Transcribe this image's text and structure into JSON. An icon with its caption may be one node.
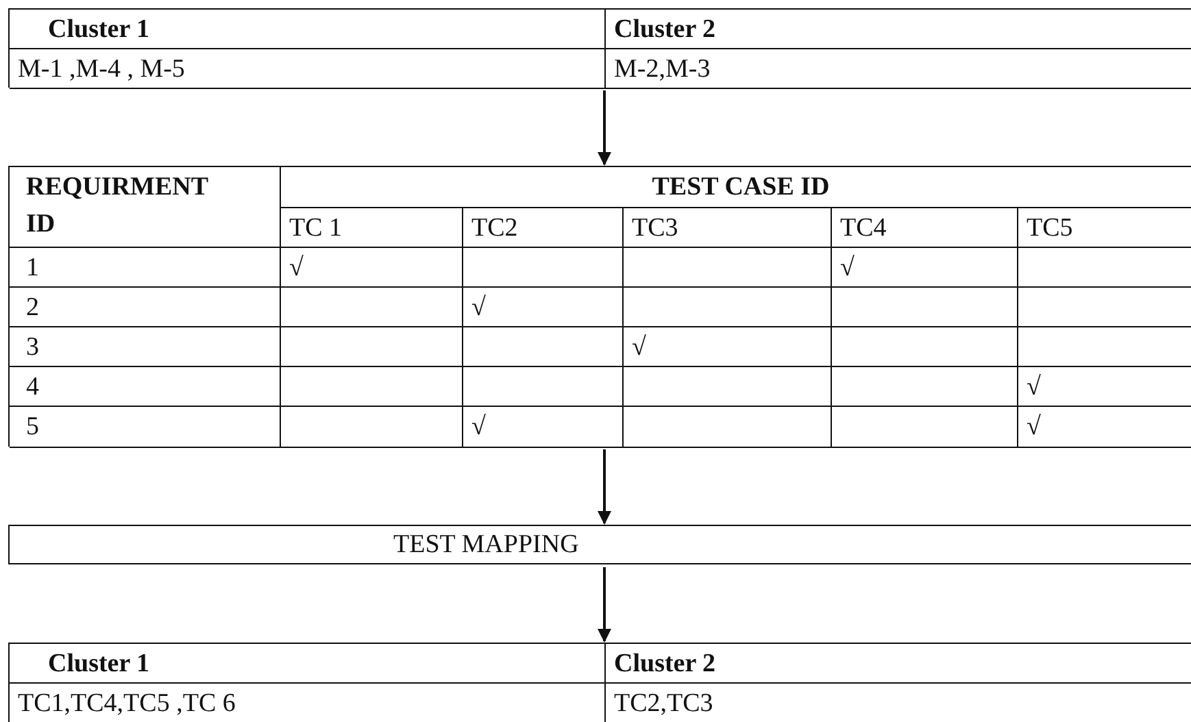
{
  "diagram": {
    "nodes": [
      {
        "text": [],
        "shape": "box"
      },
      {
        "text": [
          "Cluster 1"
        ],
        "in": 0
      },
      {
        "text": [
          "Cluster 2"
        ],
        "in": 0
      },
      {
        "text": [
          "M-1 ,M-4 , M-5"
        ],
        "in": 0
      },
      {
        "text": [
          "M-2,M-3"
        ],
        "in": 0
      },
      {
        "text": [],
        "shape": "box"
      },
      {
        "text": [
          "REQUIRMENT ID"
        ],
        "in": 5
      },
      {
        "text": [
          "TEST CASE ID"
        ],
        "in": 5
      },
      {
        "text": [
          "TC 1"
        ],
        "in": 5
      },
      {
        "text": [
          "TC2"
        ],
        "in": 5
      },
      {
        "text": [
          "TC3"
        ],
        "in": 5
      },
      {
        "text": [
          "TC4"
        ],
        "in": 5
      },
      {
        "text": [
          "TC5"
        ],
        "in": 5
      },
      {
        "text": [
          "1"
        ],
        "in": 5
      },
      {
        "text": [
          "√"
        ],
        "in": 5
      },
      {
        "text": [],
        "shape": "box",
        "in": 5
      },
      {
        "text": [],
        "shape": "box",
        "in": 5
      },
      {
        "text": [
          "√"
        ],
        "in": 5
      },
      {
        "text": [],
        "shape": "box",
        "in": 5
      },
      {
        "text": [
          "2"
        ],
        "in": 5
      },
      {
        "text": [],
        "shape": "box",
        "in": 5
      },
      {
        "text": [
          "√"
        ],
        "in": 5
      },
      {
        "text": [],
        "shape": "box",
        "in": 5
      },
      {
        "text": [],
        "shape": "box",
        "in": 5
      },
      {
        "text": [],
        "shape": "box",
        "in": 5
      },
      {
        "text": [
          "3"
        ],
        "in": 5
      },
      {
        "text": [],
        "shape": "box",
        "in": 5
      },
      {
        "text": [],
        "shape": "box",
        "in": 5
      },
      {
        "text": [
          "√"
        ],
        "in": 5
      },
      {
        "text": [],
        "shape": "box",
        "in": 5
      },
      {
        "text": [],
        "shape": "box",
        "in": 5
      },
      {
        "text": [
          "4"
        ],
        "in": 5
      },
      {
        "text": [],
        "shape": "box",
        "in": 5
      },
      {
        "text": [],
        "shape": "box",
        "in": 5
      },
      {
        "text": [],
        "shape": "box",
        "in": 5
      },
      {
        "text": [],
        "shape": "box",
        "in": 5
      },
      {
        "text": [
          "√"
        ],
        "in": 5
      },
      {
        "text": [
          "5"
        ],
        "in": 5
      },
      {
        "text": [],
        "shape": "box",
        "in": 5
      },
      {
        "text": [
          "√"
        ],
        "in": 5
      },
      {
        "text": [],
        "shape": "box",
        "in": 5
      },
      {
        "text": [],
        "shape": "box",
        "in": 5
      },
      {
        "text": [
          "√"
        ],
        "in": 5
      },
      {
        "text": [
          "TEST MAPPING"
        ]
      },
      {
        "text": [],
        "shape": "box"
      },
      {
        "text": [
          "Cluster 1"
        ],
        "in": 44
      },
      {
        "text": [
          "Cluster 2"
        ],
        "in": 44
      },
      {
        "text": [
          "TC1,TC4,TC5 ,TC 6"
        ],
        "in": 44
      },
      {
        "text": [
          "TC2,TC3"
        ],
        "in": 44
      }
    ],
    "edges": [
      {
        "from": 0,
        "to": 5,
        "arrow": "to"
      },
      {
        "from": 5,
        "to": 43,
        "arrow": "to"
      },
      {
        "from": 43,
        "to": 44,
        "arrow": "to"
      }
    ]
  }
}
